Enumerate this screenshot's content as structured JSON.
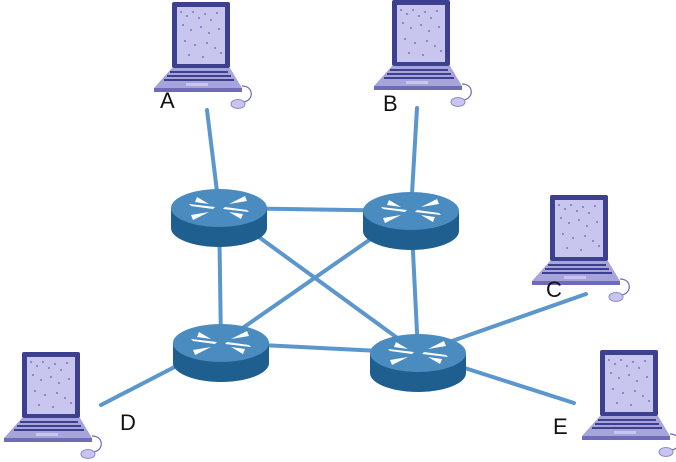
{
  "diagram": {
    "type": "network-topology",
    "colors": {
      "link": "#5b96cc",
      "router_top": "#4a8bc0",
      "router_side": "#1f5f8f",
      "router_arrow": "#ffffff",
      "laptop_screen": "#3d3f8f",
      "laptop_panel": "#c8c6ef",
      "laptop_base": "#a7a4dc",
      "label": "#111111"
    },
    "hosts": [
      {
        "id": "A",
        "label": "A",
        "icon": "laptop-icon"
      },
      {
        "id": "B",
        "label": "B",
        "icon": "laptop-icon"
      },
      {
        "id": "C",
        "label": "C",
        "icon": "laptop-icon"
      },
      {
        "id": "D",
        "label": "D",
        "icon": "laptop-icon"
      },
      {
        "id": "E",
        "label": "E",
        "icon": "laptop-icon"
      }
    ],
    "routers": [
      {
        "id": "R1",
        "icon": "router-icon"
      },
      {
        "id": "R2",
        "icon": "router-icon"
      },
      {
        "id": "R3",
        "icon": "router-icon"
      },
      {
        "id": "R4",
        "icon": "router-icon"
      }
    ],
    "links": [
      [
        "A",
        "R1"
      ],
      [
        "B",
        "R2"
      ],
      [
        "C",
        "R4"
      ],
      [
        "D",
        "R3"
      ],
      [
        "E",
        "R4"
      ],
      [
        "R1",
        "R2"
      ],
      [
        "R1",
        "R3"
      ],
      [
        "R1",
        "R4"
      ],
      [
        "R2",
        "R3"
      ],
      [
        "R2",
        "R4"
      ],
      [
        "R3",
        "R4"
      ]
    ]
  }
}
